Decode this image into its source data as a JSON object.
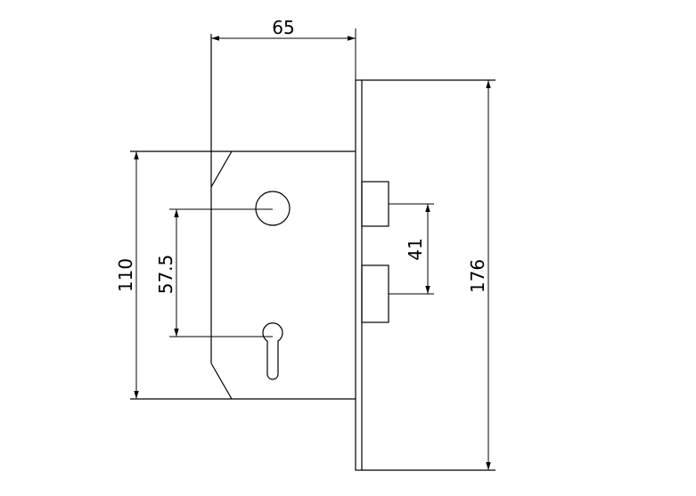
{
  "drawing": {
    "title": "",
    "dimensions": {
      "backset": "65",
      "case_height": "110",
      "handle_to_key_distance": "57.5",
      "bolt_spacing": "41",
      "faceplate_height": "176"
    }
  }
}
